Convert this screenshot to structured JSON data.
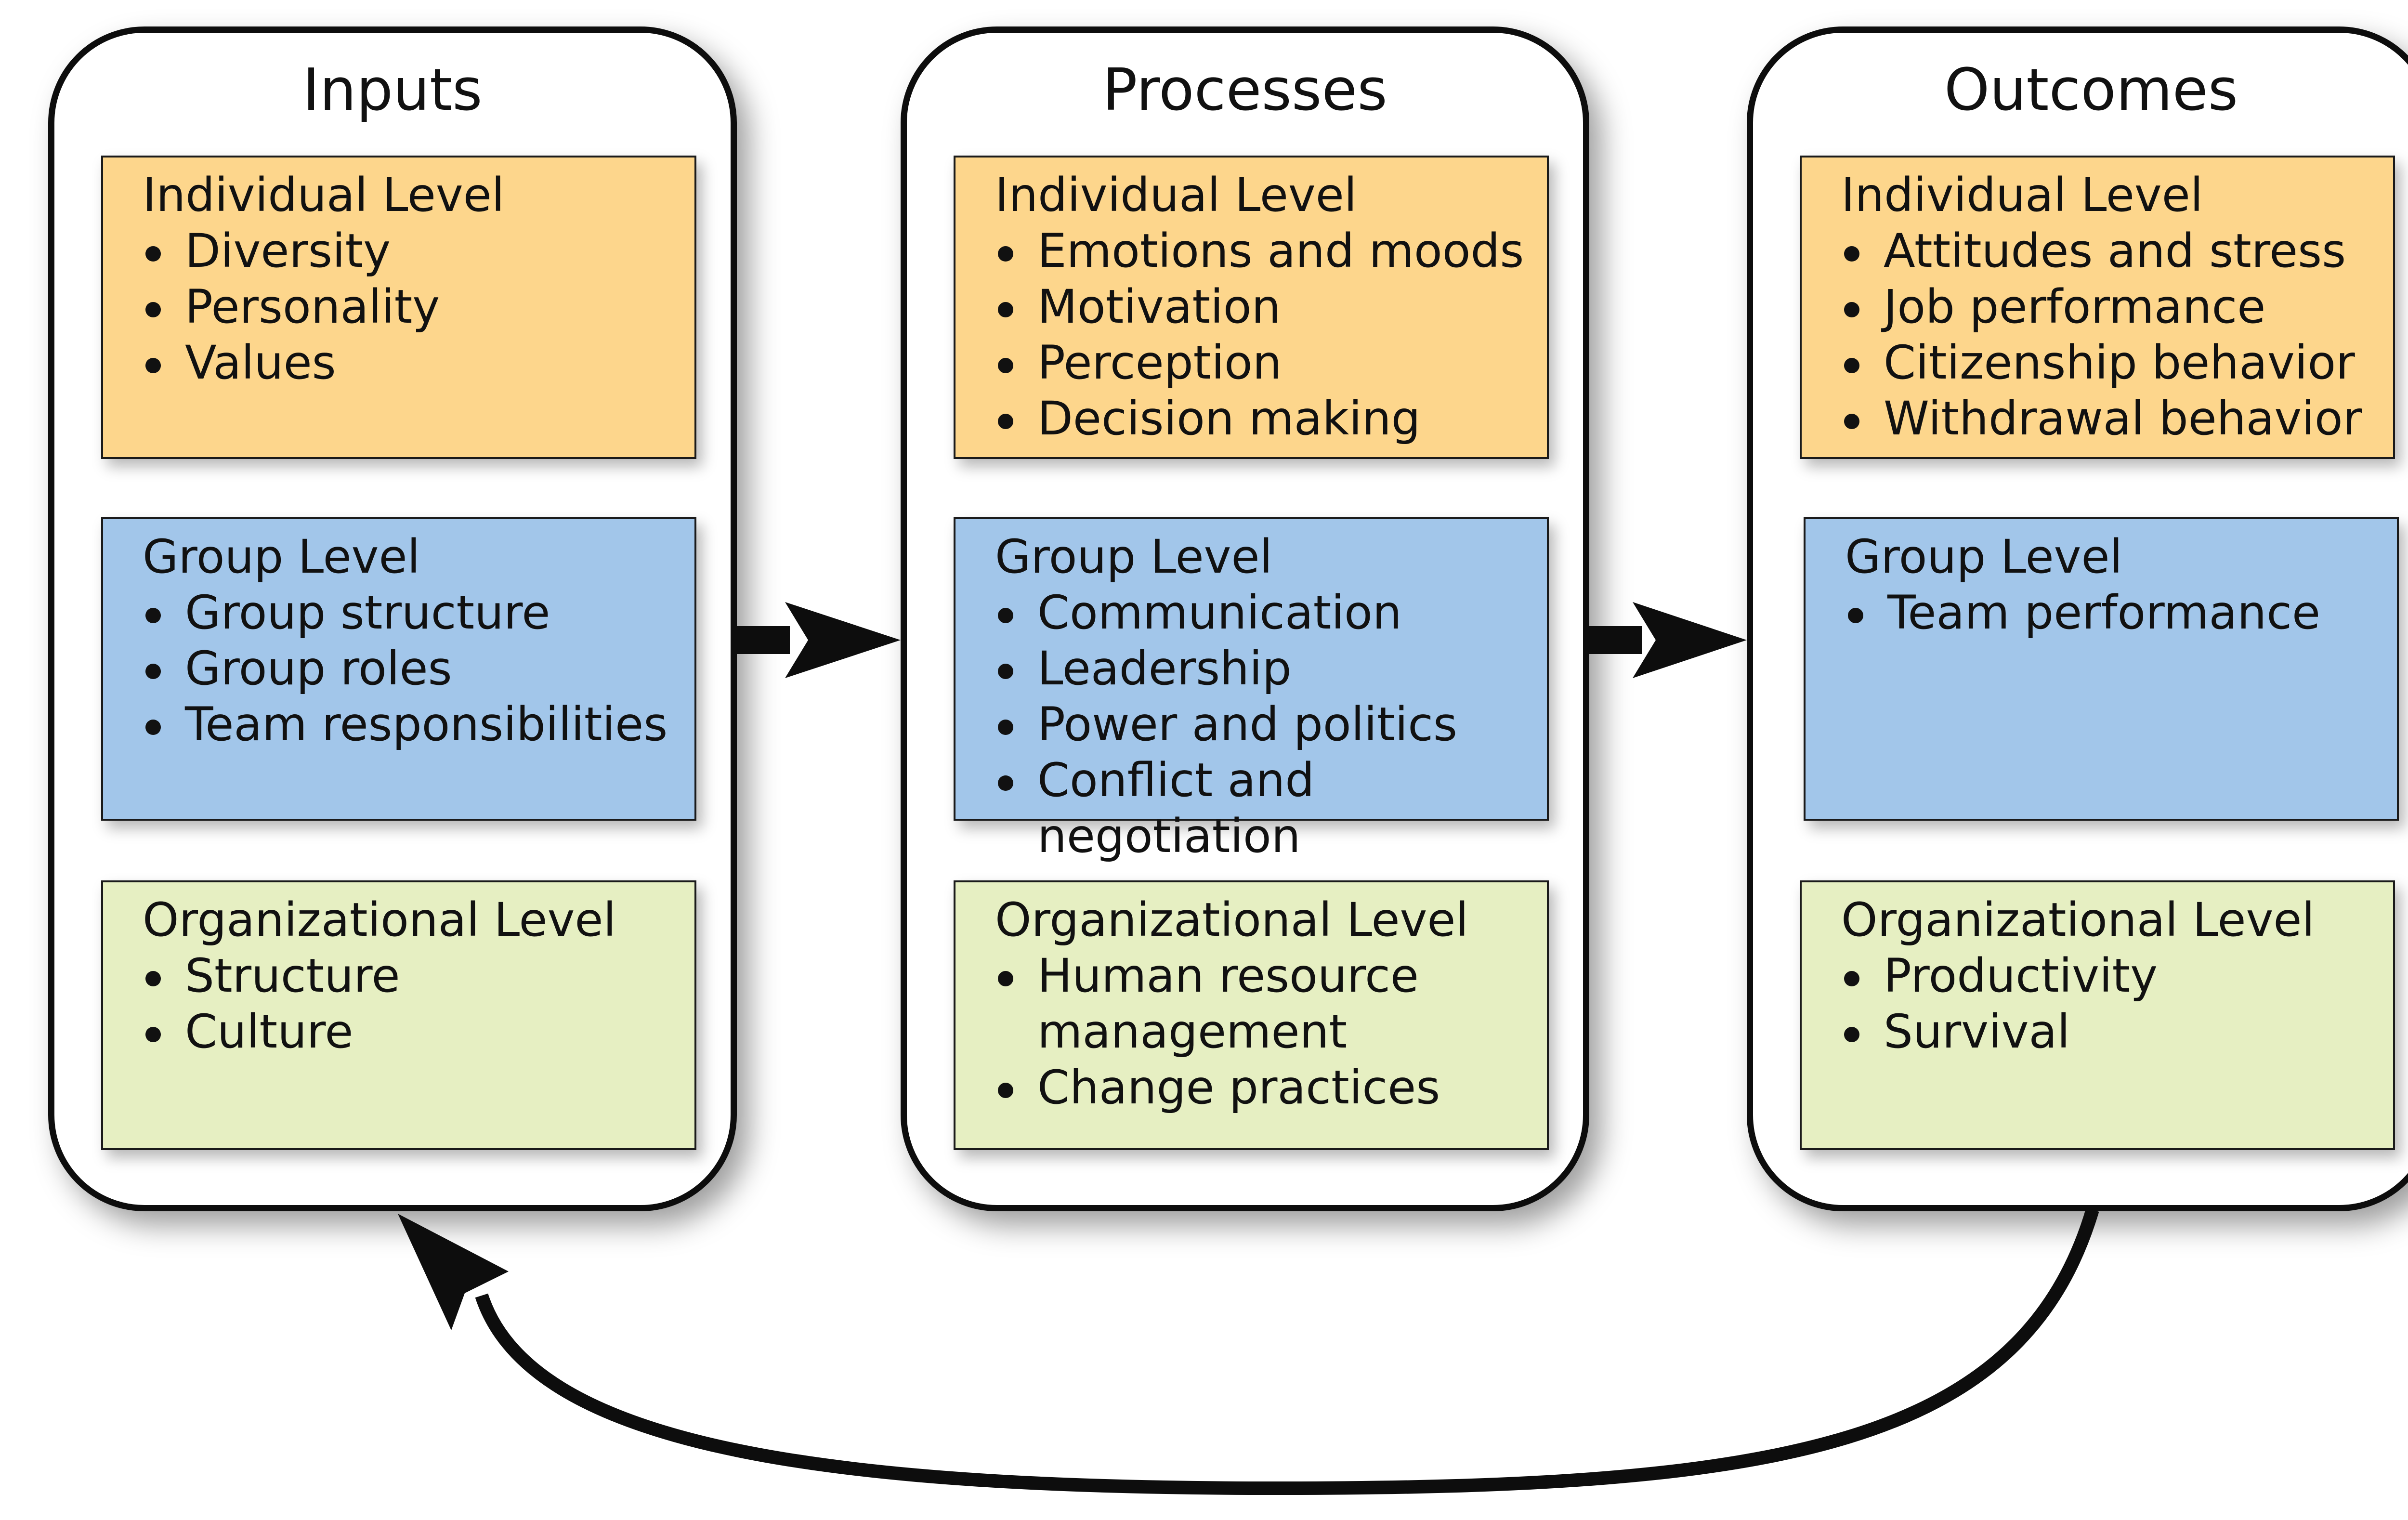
{
  "colors": {
    "individual": "#fdd68c",
    "group": "#a2c6ea",
    "organizational": "#e6efc2",
    "outline": "#0d0d0d"
  },
  "columns": [
    {
      "title": "Inputs",
      "levels": [
        {
          "kind": "individual",
          "title": "Individual Level",
          "items": [
            "Diversity",
            "Personality",
            "Values"
          ]
        },
        {
          "kind": "group",
          "title": "Group Level",
          "items": [
            "Group structure",
            "Group roles",
            "Team responsibilities"
          ]
        },
        {
          "kind": "organizational",
          "title": "Organizational Level",
          "items": [
            "Structure",
            "Culture"
          ]
        }
      ]
    },
    {
      "title": "Processes",
      "levels": [
        {
          "kind": "individual",
          "title": "Individual Level",
          "items": [
            "Emotions and moods",
            "Motivation",
            "Perception",
            "Decision making"
          ]
        },
        {
          "kind": "group",
          "title": "Group Level",
          "items": [
            "Communication",
            "Leadership",
            "Power and politics",
            "Conflict and negotiation"
          ]
        },
        {
          "kind": "organizational",
          "title": "Organizational Level",
          "items": [
            "Human resource management",
            "Change practices"
          ]
        }
      ]
    },
    {
      "title": "Outcomes",
      "levels": [
        {
          "kind": "individual",
          "title": "Individual Level",
          "items": [
            "Attitudes and stress",
            "Job performance",
            "Citizenship behavior",
            "Withdrawal behavior"
          ]
        },
        {
          "kind": "group",
          "title": "Group Level",
          "items": [
            "Team performance"
          ]
        },
        {
          "kind": "organizational",
          "title": "Organizational Level",
          "items": [
            "Productivity",
            "Survival"
          ]
        }
      ]
    }
  ]
}
